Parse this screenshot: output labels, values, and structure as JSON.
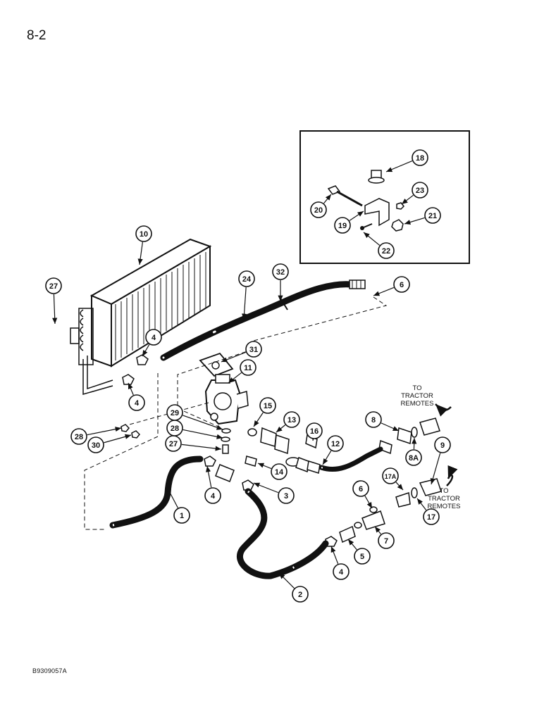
{
  "page_number": "8-2",
  "figure_code": "B9309057A",
  "notes": {
    "to_tractor_remotes_top": [
      "TO",
      "TRACTOR",
      "REMOTES"
    ],
    "to_tractor_remotes_bottom": [
      "TO",
      "TRACTOR",
      "REMOTES"
    ]
  },
  "callouts": [
    {
      "id": "c1",
      "label": "1"
    },
    {
      "id": "c2",
      "label": "2"
    },
    {
      "id": "c3",
      "label": "3"
    },
    {
      "id": "c4a",
      "label": "4"
    },
    {
      "id": "c4b",
      "label": "4"
    },
    {
      "id": "c4c",
      "label": "4"
    },
    {
      "id": "c4d",
      "label": "4"
    },
    {
      "id": "c5",
      "label": "5"
    },
    {
      "id": "c6a",
      "label": "6"
    },
    {
      "id": "c6b",
      "label": "6"
    },
    {
      "id": "c7",
      "label": "7"
    },
    {
      "id": "c8",
      "label": "8"
    },
    {
      "id": "c8a",
      "label": "8A"
    },
    {
      "id": "c9",
      "label": "9"
    },
    {
      "id": "c10",
      "label": "10"
    },
    {
      "id": "c11",
      "label": "11"
    },
    {
      "id": "c12",
      "label": "12"
    },
    {
      "id": "c13",
      "label": "13"
    },
    {
      "id": "c14",
      "label": "14"
    },
    {
      "id": "c15",
      "label": "15"
    },
    {
      "id": "c16",
      "label": "16"
    },
    {
      "id": "c17",
      "label": "17"
    },
    {
      "id": "c17a",
      "label": "17A"
    },
    {
      "id": "c18",
      "label": "18"
    },
    {
      "id": "c19",
      "label": "19"
    },
    {
      "id": "c20",
      "label": "20"
    },
    {
      "id": "c21",
      "label": "21"
    },
    {
      "id": "c22",
      "label": "22"
    },
    {
      "id": "c23",
      "label": "23"
    },
    {
      "id": "c24",
      "label": "24"
    },
    {
      "id": "c27a",
      "label": "27"
    },
    {
      "id": "c27b",
      "label": "27"
    },
    {
      "id": "c28a",
      "label": "28"
    },
    {
      "id": "c28b",
      "label": "28"
    },
    {
      "id": "c29",
      "label": "29"
    },
    {
      "id": "c30",
      "label": "30"
    },
    {
      "id": "c31",
      "label": "31"
    },
    {
      "id": "c32",
      "label": "32"
    }
  ]
}
